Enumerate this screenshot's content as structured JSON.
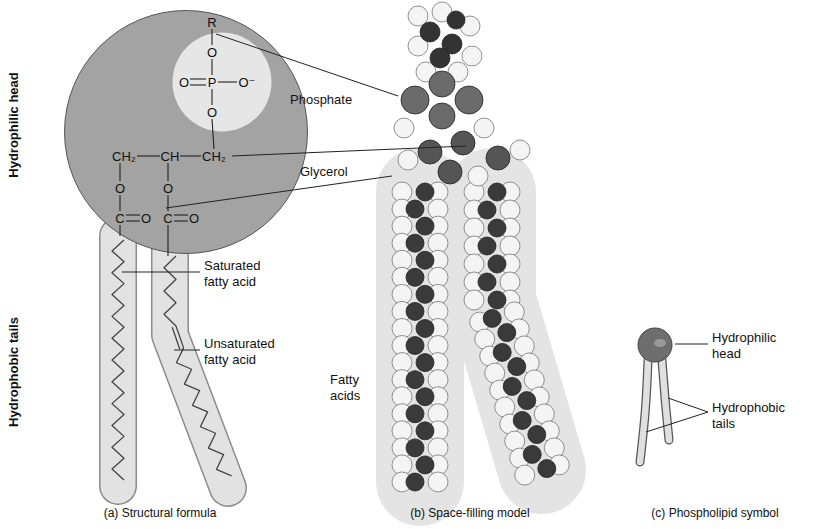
{
  "diagram": {
    "nodes": [
      {
        "text": [
          "R",
          "CH₂",
          "CH",
          "CH₂",
          "O",
          "O",
          "C",
          "O",
          "C",
          "O"
        ]
      },
      {
        "text": [
          "O",
          "O",
          "P",
          "O⁻",
          "O"
        ],
        "in": 0
      }
    ],
    "labels": [
      "Hydrophilic head",
      "Hydrophobic tails",
      "Phosphate",
      "Glycerol",
      "Saturated fatty acid",
      "Unsaturated fatty acid",
      "Fatty acids",
      "Hydrophilic head",
      "Hydrophobic tails",
      "(a) Structural formula",
      "(b) Space-filling model",
      "(c) Phospholipid symbol"
    ]
  }
}
